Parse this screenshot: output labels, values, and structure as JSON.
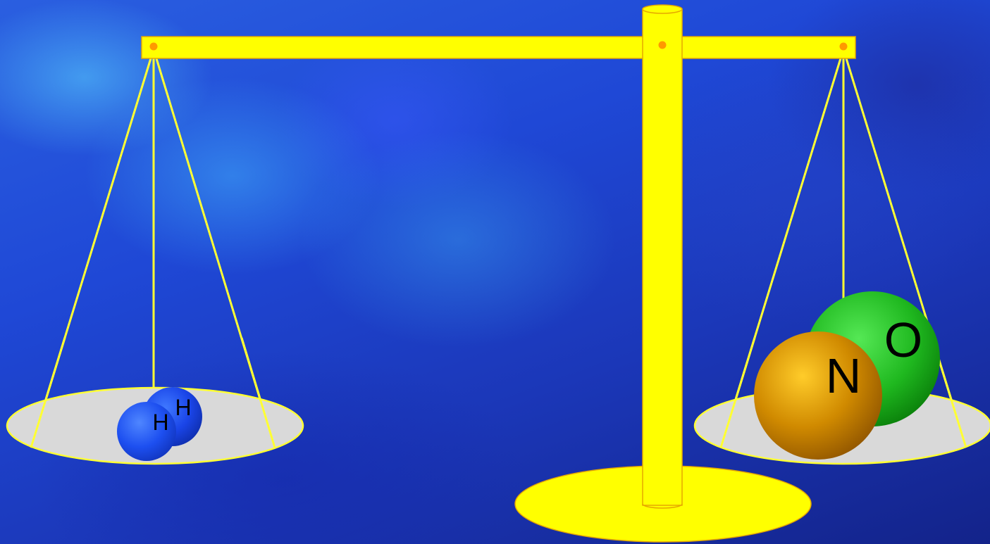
{
  "scale": {
    "left_pan": {
      "atoms": [
        {
          "label": "H",
          "color": "#1f4ff0"
        },
        {
          "label": "H",
          "color": "#1a45e8"
        }
      ]
    },
    "right_pan": {
      "atoms": [
        {
          "label": "O",
          "color": "#1fb81f"
        },
        {
          "label": "N",
          "color": "#d08a00"
        }
      ]
    },
    "colors": {
      "scale_body": "#ffff00",
      "pan": "#d9d9d9",
      "pivot_dot": "#ff9900"
    }
  }
}
